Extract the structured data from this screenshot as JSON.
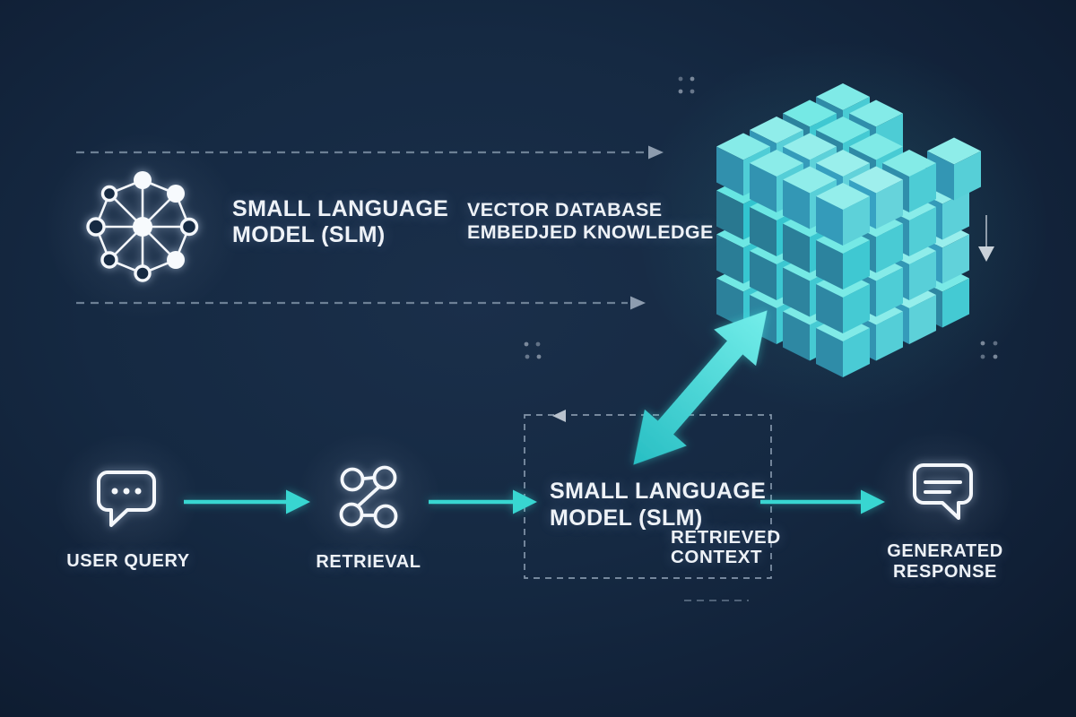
{
  "colors": {
    "background": "#14283F",
    "accent_cyan": "#38D6D1",
    "big_arrow_gradient": [
      "#27BEC3",
      "#74EEEA"
    ],
    "cube_top_face": "#8BF0EE",
    "cube_right_face": "#45D2DC",
    "cube_left_face": "#2B9FB7",
    "dashed_line": "#8295A9",
    "text": "#EEF2F7"
  },
  "icons": {
    "slm_top": "neural-network-icon",
    "vector_database": "voxel-cube-graphic",
    "user_query": "chat-bubble-dots-icon",
    "retrieval": "linked-nodes-icon",
    "generated_response": "chat-bubble-lines-icon",
    "flow_arrows": "cyan-right-arrow",
    "knowledge_link": "double-headed-diagonal-arrow",
    "dashed_guides": "dashed-arrow-lines",
    "down_hint": "small-down-arrow"
  },
  "labels": {
    "slm_top": {
      "line1": "SMALL LANGUAGE",
      "line2": "MODEL (SLM)"
    },
    "vector_db": {
      "line1": "VECTOR DATABASE",
      "line2": "EMBEDJED KNOWLEDGE"
    },
    "user_query": "USER QUERY",
    "retrieval": "RETRIEVAL",
    "slm_box": {
      "line1": "SMALL LANGUAGE",
      "line2": "MODEL (SLM)"
    },
    "retrieved_context": {
      "line1": "RETRIEVED",
      "line2": "CONTEXT"
    },
    "generated_response": {
      "line1": "GENERATED",
      "line2": "RESPONSE"
    }
  }
}
